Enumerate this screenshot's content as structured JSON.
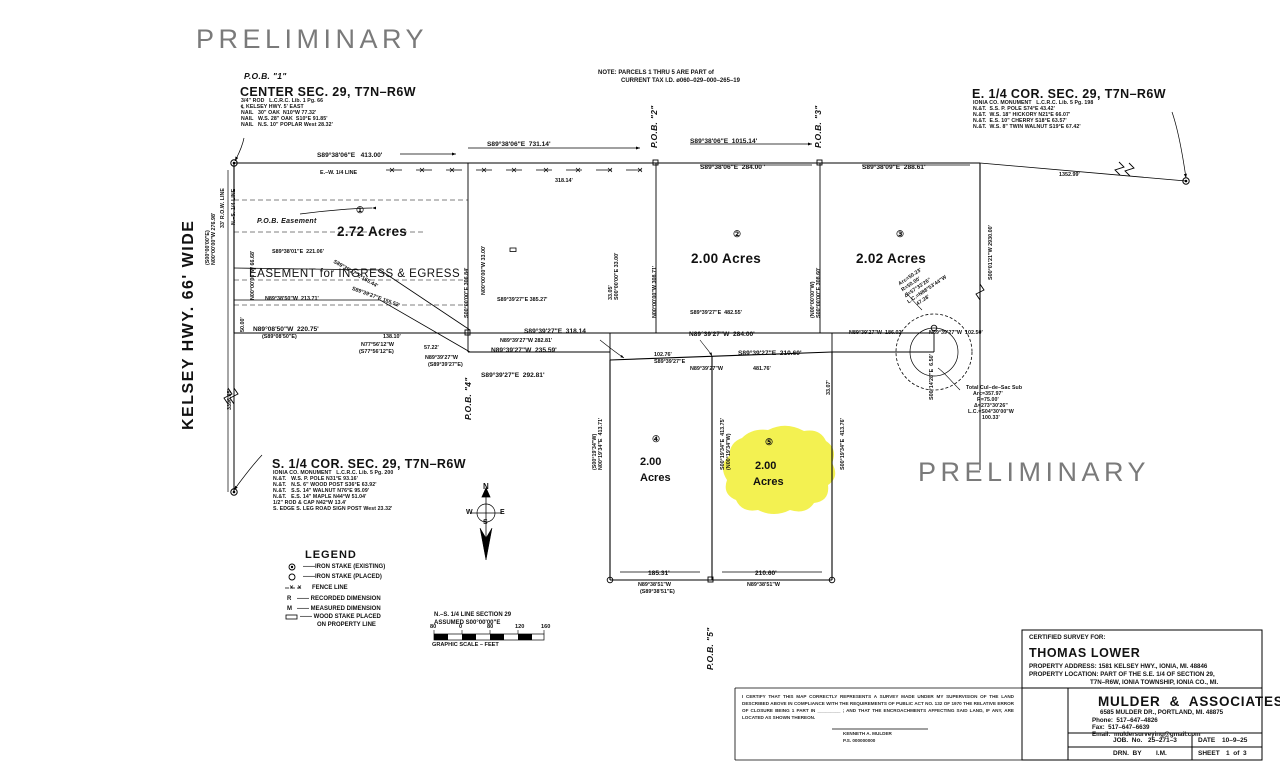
{
  "document": {
    "watermark_top": "PRELIMINARY",
    "watermark_bottom": "PRELIMINARY"
  },
  "corners": {
    "pob1_label": "P.O.B. \"1\"",
    "center_title": "CENTER SEC. 29, T7N–R6W",
    "center_notes": [
      "3/4\" ROD   L.C.R.C. Lib. 1 Pg. 66",
      "℄ KELSEY HWY. 5' EAST",
      "NAIL   30\" OAK  N10°W 77.32'",
      "NAIL   W.S. 28\" OAK  S10°E 91.85'",
      "NAIL   N.S. 10\" POPLAR West 28.32'"
    ],
    "east_title": "E. 1/4 COR. SEC. 29, T7N–R6W",
    "east_notes": [
      "IONIA CO. MONUMENT   L.C.R.C. Lib. 5 Pg. 198",
      "N.&T.  S.S. P. POLE S74°E 43.42'",
      "N.&T.  W.S. 18\" HICKORY N21°E 66.07'",
      "N.&T.  E.S. 10\" CHERRY S18°E 63.57'",
      "N.&T.  W.S. 8\" TWIN WALNUT S19°E 67.42'"
    ],
    "south_title": "S. 1/4 COR. SEC. 29, T7N–R6W",
    "south_notes": [
      "IONIA CO. MONUMENT   L.C.R.C. Lib. 5 Pg. 200",
      "N.&T.   W.S. P. POLE N31°E 93.16'",
      "N.&T.   N.S. 6\" WOOD POST S36°E 63.92'",
      "N.&T.   S.S. 14\" WALNUT N76°E 95.09'",
      "N.&T.   E.S. 14\" MAPLE N44°W 51.04'",
      "1/2\" ROD & CAP N42°W 13.4'",
      "S. EDGE S. LEG ROAD SIGN POST West 23.32'"
    ]
  },
  "notes": {
    "tax_note_line1": "NOTE: PARCELS 1 THRU 5 ARE PART of",
    "tax_note_line2": "CURRENT TAX I.D. ø060–029–000–265–19",
    "pob2": "P.O.B. \"2\"",
    "pob3": "P.O.B. \"3\"",
    "pob4": "P.O.B. \"4\"",
    "pob5": "P.O.B. \"5\"",
    "pob_easement": "P.O.B. Easement",
    "easement_text": "EASEMENT for INGRESS & EGRESS",
    "road_name": "KELSEY HWY. 66' WIDE",
    "ew_quarter_line": "E.–W. 1/4 LINE",
    "ns_quarter_line": "N.–S. 1/4 LINE",
    "rod_line": "33' R.O.W. LINE",
    "basis1": "N.–S. 1/4 LINE SECTION 29",
    "basis2": "ASSUMED S00°00'00\"E",
    "scale_label": "GRAPHIC SCALE – FEET",
    "scale_ticks": [
      "80",
      "0",
      "80",
      "120",
      "160"
    ],
    "cul_de_sac": [
      "Total Cul–de–Sac Sub",
      "Arc=357.97'",
      "R=75.00'",
      "Δ=273°30'26\"",
      "L.C.=S04°30'00\"W",
      "100.33'"
    ],
    "cul_curve_small": [
      "Arc=50.23'",
      "R=50.00'",
      "Δ=57°33'26\"",
      "L.C.=N88°53'44\"W",
      "47.28'"
    ],
    "compass_n": "N",
    "compass_s": "S",
    "compass_e": "E",
    "compass_w": "W"
  },
  "parcels": [
    {
      "num": "1",
      "acres": "2.72",
      "unit": "Acres"
    },
    {
      "num": "2",
      "acres": "2.00",
      "unit": "Acres"
    },
    {
      "num": "3",
      "acres": "2.02",
      "unit": "Acres"
    },
    {
      "num": "4",
      "acres": "2.00",
      "unit": "Acres"
    },
    {
      "num": "5",
      "acres": "2.00",
      "unit": "Acres",
      "highlight": true
    }
  ],
  "highlight_color": "#f2ef3e",
  "dimensions": {
    "top_413": "S89°38'06\"E   413.00'",
    "top_731": "S89°38'06\"E  731.14'",
    "top_1015": "S89°38'06\"E  1015.14'",
    "top_284": "S89°38'06\"E  284.00 '",
    "top_288": "S89°38'09\"E  288.61'",
    "top_318": "318.14'",
    "east_1352": "1352.99'",
    "east_2930": "S00°01'21\"W 2930.00'",
    "west_276": "N00°00'00\"W 276.98'",
    "west_276b": "(S00°00'00\"E)",
    "west_3396": "3396.65'",
    "west_50": "50.00'",
    "west_6668": "N00°00'00\"W 66.68'",
    "d_306_84": "S00°00'00\"E 306.84'",
    "d_33_00_a": "N00°00'00\"W 33.00'",
    "d_308_71": "N00°00'00\"W 308.71'",
    "d_308_60": "S00°00'00\"E 308.60'",
    "d_308_60b": "(N00°00'00\"W)",
    "d_33_00_b": "S00°00'00\"E 33.00'",
    "d_221": "S89°38'01\"E  221.06'",
    "d_213": "N89°38'50\"W  213.71'",
    "d_220_75": "N89°08'50\"W  220.75'",
    "d_220_75b": "(S89°08'50\"E)",
    "d_138_10": "138.10'",
    "d_57_22": "57.22'",
    "d_n77": "N77°56'12\"W",
    "d_n77b": "(S77°56'12\"E)",
    "d_318_14": "S89°39'27\"E  318.14",
    "d_235_59": "N89°39'27\"W  235.59'",
    "d_292_81": "S89°39'27\"E  292.81'",
    "d_282_81": "N89°39'27\"W 282.81'",
    "d_385_27": "S89°39'27\"E 385.27'",
    "d_155_52": "S89°39'27\"E 155.52'",
    "d_165_44": "S89°39'27\"E 165.44'",
    "d_284_00": "N89°39'27\"W  284.00'",
    "d_482_55": "S89°39'27\"E  482.55'",
    "d_210_60_top": "S89°39'27\"E  210.60'",
    "d_186_02": "N89°39'27\"W  186.02'",
    "d_102_50": "N89°39'27\"W  102.50'",
    "d_102_76": "102.76'",
    "d_102_76b": "S89°39'27\"E",
    "d_481_76": "481.76'",
    "d_413_71": "N00°19'34\"E  413.71'",
    "d_413_71b": "(S00°19'34\"W)",
    "d_413_75": "S00°19'34\"E  413.75'",
    "d_413_75b": "(N00°19'34\"W)",
    "d_413_76": "S00°19'34\"E  413.76'",
    "d_185_31": "185.31'",
    "d_185_31_b": "N89°38'51\"W",
    "d_185_31_c": "(S89°38'51\"E)",
    "d_210_60": "210.60'",
    "d_210_60_b": "N89°38'51\"W",
    "d_6_50": "S00°14'28\"E  6.50'",
    "d_33_05": "33.05'",
    "d_33_00_c": "33.00'",
    "d_33_02": "33.02'",
    "d_33_07": "33.07'"
  },
  "legend": {
    "title": "LEGEND",
    "items": [
      {
        "symbol": "iron-stake-existing",
        "label": "——IRON STAKE (EXISTING)"
      },
      {
        "symbol": "iron-stake-placed",
        "label": "——IRON STAKE (PLACED)"
      },
      {
        "symbol": "fence-line",
        "label": "FENCE LINE"
      },
      {
        "symbol": "R",
        "label": "—— RECORDED DIMENSION"
      },
      {
        "symbol": "M",
        "label": "—— MEASURED DIMENSION"
      },
      {
        "symbol": "wood-stake",
        "label": "—— WOOD STAKE PLACED"
      },
      {
        "symbol": "",
        "label": "ON PROPERTY LINE"
      }
    ]
  },
  "title_block": {
    "certified_for_label": "CERTIFIED SURVEY FOR:",
    "client": "THOMAS LOWER",
    "property_address_label": "PROPERTY ADDRESS:",
    "property_address": "1581 KELSEY HWY., IONIA, MI. 48846",
    "property_location_label": "PROPERTY LOCATION:",
    "property_location_1": "PART OF THE S.E. 1/4 OF SECTION 29,",
    "property_location_2": "T7N–R6W, IONIA TOWNSHIP, IONIA CO., MI.",
    "firm": "MULDER  &  ASSOCIATES",
    "firm_address": "6585 MULDER DR., PORTLAND, MI. 48875",
    "phone": "Phone:  517–647–4826",
    "fax": "Fax:  517–647–6639",
    "email": "Email:  muldersurveying@gmail.com",
    "job_label": "JOB.  No.",
    "job_value": "25–271–3",
    "date_label": "DATE",
    "date_value": "10–9–25",
    "drawn_label": "DRN.  BY",
    "drawn_value": "I.M.",
    "sheet_label": "SHEET",
    "sheet_value": "1  of  3"
  },
  "certification": {
    "body": "I CERTIFY THAT THIS MAP CORRECTLY REPRESENTS A SURVEY MADE UNDER MY SUPERVISION OF THE LAND DESCRIBED ABOVE IN COMPLIANCE WITH THE REQUIREMENTS OF PUBLIC ACT NO. 132 OF 1970 THE RELATIVE ERROR OF CLOSURE BEING 1 PART IN _________ ; AND THAT THE ENCROACHMENTS AFFECTING SAID LAND, IF ANY, ARE LOCATED AS SHOWN THEREON.",
    "signature_name": "KENNETH A. MULDER",
    "signature_license": "P.S. 000000000"
  }
}
